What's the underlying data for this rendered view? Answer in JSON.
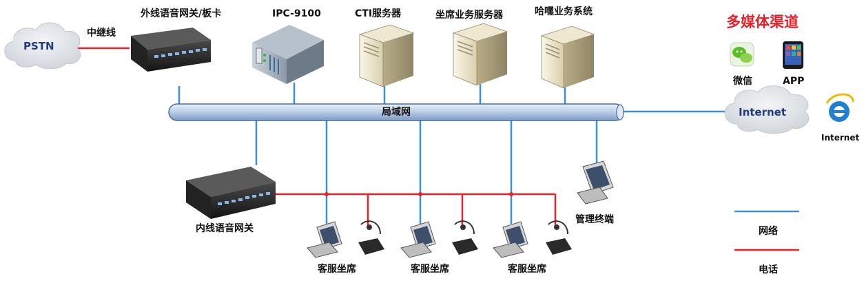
{
  "colors": {
    "network": "#3b8fd6",
    "phone": "#e8202a",
    "title_red": "#e8202a",
    "bus_fill": "#b9cde6",
    "cloud": "#d9dde3"
  },
  "labels": {
    "pstn": "PSTN",
    "trunk": "中继线",
    "outer_gateway": "外线语音网关/板卡",
    "ipc": "IPC-9100",
    "cti": "CTI服务器",
    "agent_server": "坐席业务服务器",
    "hahei": "哈嘿业务系统",
    "lan": "局域网",
    "internet_cloud": "Internet",
    "multimedia": "多媒体渠道",
    "wechat": "微信",
    "app": "APP",
    "internet_icon": "Internet",
    "inner_gateway": "内线语音网关",
    "mgmt": "管理终端",
    "agent_1": "客服坐席",
    "agent_2": "客服坐席",
    "agent_3": "客服坐席",
    "legend_network": "网络",
    "legend_phone": "电话"
  },
  "icons": {
    "wechat": "wechat-icon",
    "app": "app-icon",
    "ie": "internet-explorer-icon"
  }
}
